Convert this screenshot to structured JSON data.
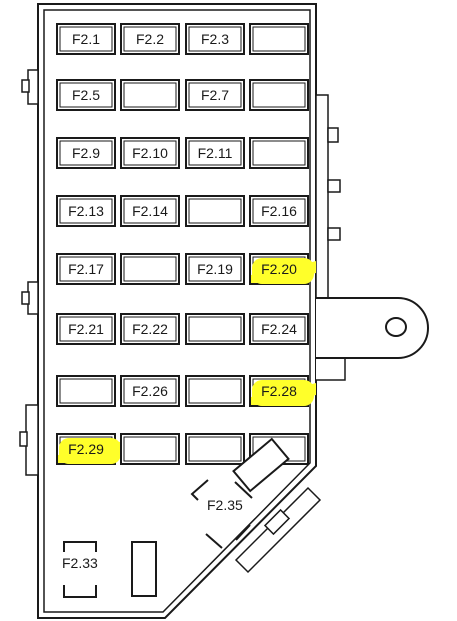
{
  "diagram": {
    "stroke_color": "#1a1a1a",
    "highlight_color": "#ffff2a",
    "fuses": [
      {
        "id": "f2_1",
        "label": "F2.1",
        "highlighted": false
      },
      {
        "id": "f2_2",
        "label": "F2.2",
        "highlighted": false
      },
      {
        "id": "f2_3",
        "label": "F2.3",
        "highlighted": false
      },
      {
        "id": "f2_4",
        "label": "",
        "highlighted": false
      },
      {
        "id": "f2_5",
        "label": "F2.5",
        "highlighted": false
      },
      {
        "id": "f2_6",
        "label": "",
        "highlighted": false
      },
      {
        "id": "f2_7",
        "label": "F2.7",
        "highlighted": false
      },
      {
        "id": "f2_8",
        "label": "",
        "highlighted": false
      },
      {
        "id": "f2_9",
        "label": "F2.9",
        "highlighted": false
      },
      {
        "id": "f2_10",
        "label": "F2.10",
        "highlighted": false
      },
      {
        "id": "f2_11",
        "label": "F2.11",
        "highlighted": false
      },
      {
        "id": "f2_12",
        "label": "",
        "highlighted": false
      },
      {
        "id": "f2_13",
        "label": "F2.13",
        "highlighted": false
      },
      {
        "id": "f2_14",
        "label": "F2.14",
        "highlighted": false
      },
      {
        "id": "f2_15",
        "label": "",
        "highlighted": false
      },
      {
        "id": "f2_16",
        "label": "F2.16",
        "highlighted": false
      },
      {
        "id": "f2_17",
        "label": "F2.17",
        "highlighted": false
      },
      {
        "id": "f2_18",
        "label": "",
        "highlighted": false
      },
      {
        "id": "f2_19",
        "label": "F2.19",
        "highlighted": false
      },
      {
        "id": "f2_20",
        "label": "F2.20",
        "highlighted": true
      },
      {
        "id": "f2_21",
        "label": "F2.21",
        "highlighted": false
      },
      {
        "id": "f2_22",
        "label": "F2.22",
        "highlighted": false
      },
      {
        "id": "f2_23",
        "label": "",
        "highlighted": false
      },
      {
        "id": "f2_24",
        "label": "F2.24",
        "highlighted": false
      },
      {
        "id": "f2_25",
        "label": "",
        "highlighted": false
      },
      {
        "id": "f2_26",
        "label": "F2.26",
        "highlighted": false
      },
      {
        "id": "f2_27",
        "label": "",
        "highlighted": false
      },
      {
        "id": "f2_28",
        "label": "F2.28",
        "highlighted": true
      },
      {
        "id": "f2_29",
        "label": "F2.29",
        "highlighted": true
      },
      {
        "id": "f2_30",
        "label": "",
        "highlighted": false
      },
      {
        "id": "f2_31",
        "label": "",
        "highlighted": false
      },
      {
        "id": "f2_32",
        "label": "",
        "highlighted": false
      }
    ],
    "relay_f2_35": {
      "label": "F2.35"
    },
    "relay_f2_33": {
      "label": "F2.33"
    }
  }
}
